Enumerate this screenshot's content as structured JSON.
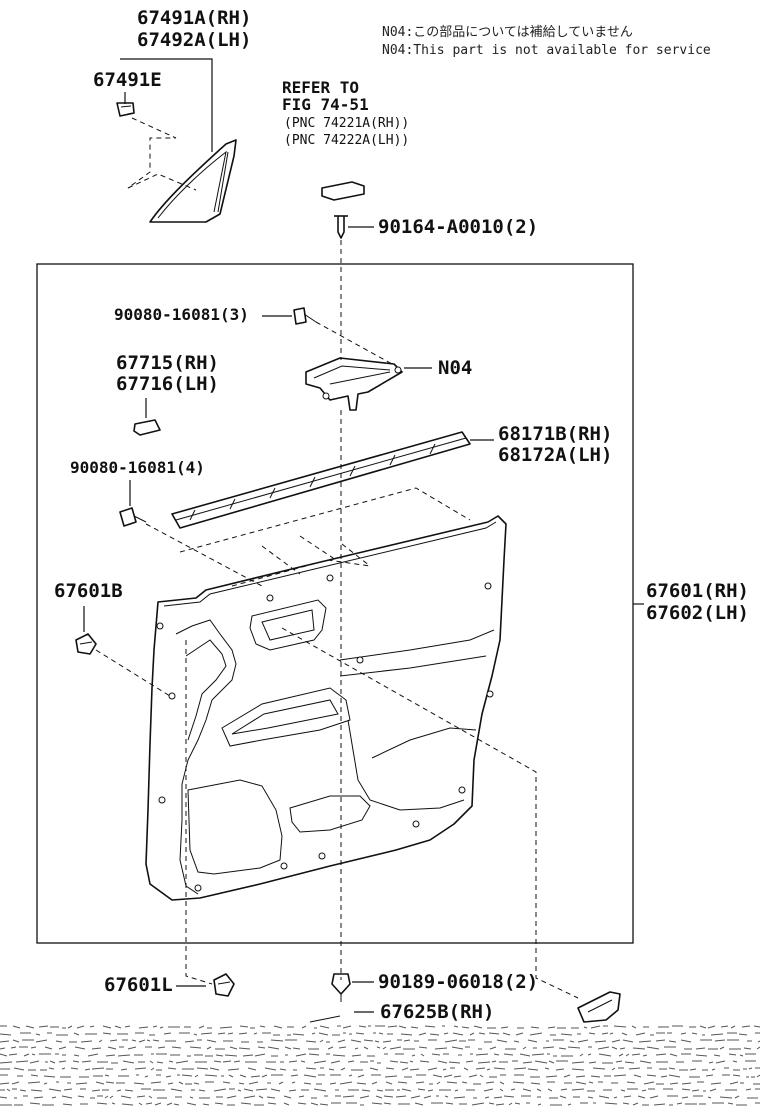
{
  "notes": {
    "n04_ja": "N04:この部品については補給していません",
    "n04_en": "N04:This part is not available for service"
  },
  "labels": {
    "p67491a": "67491A(RH)",
    "p67492a": "67492A(LH)",
    "p67491e": "67491E",
    "refer_line1": "REFER TO",
    "refer_line2": "FIG 74-51",
    "refer_line3": "(PNC 74221A(RH))",
    "refer_line4": "(PNC 74222A(LH))",
    "p90164": "90164-A0010(2)",
    "p90080_3": "90080-16081(3)",
    "n04": "N04",
    "p67715": "67715(RH)",
    "p67716": "67716(LH)",
    "p68171b": "68171B(RH)",
    "p68172a": "68172A(LH)",
    "p90080_4": "90080-16081(4)",
    "p67601b": "67601B",
    "p67601": "67601(RH)",
    "p67602": "67602(LH)",
    "p67601l": "67601L",
    "p90189": "90189-06018(2)",
    "p67625b": "67625B(RH)"
  },
  "icons": {
    "clip": "clip-icon",
    "screw": "screw-icon",
    "bolt": "bolt-icon"
  }
}
